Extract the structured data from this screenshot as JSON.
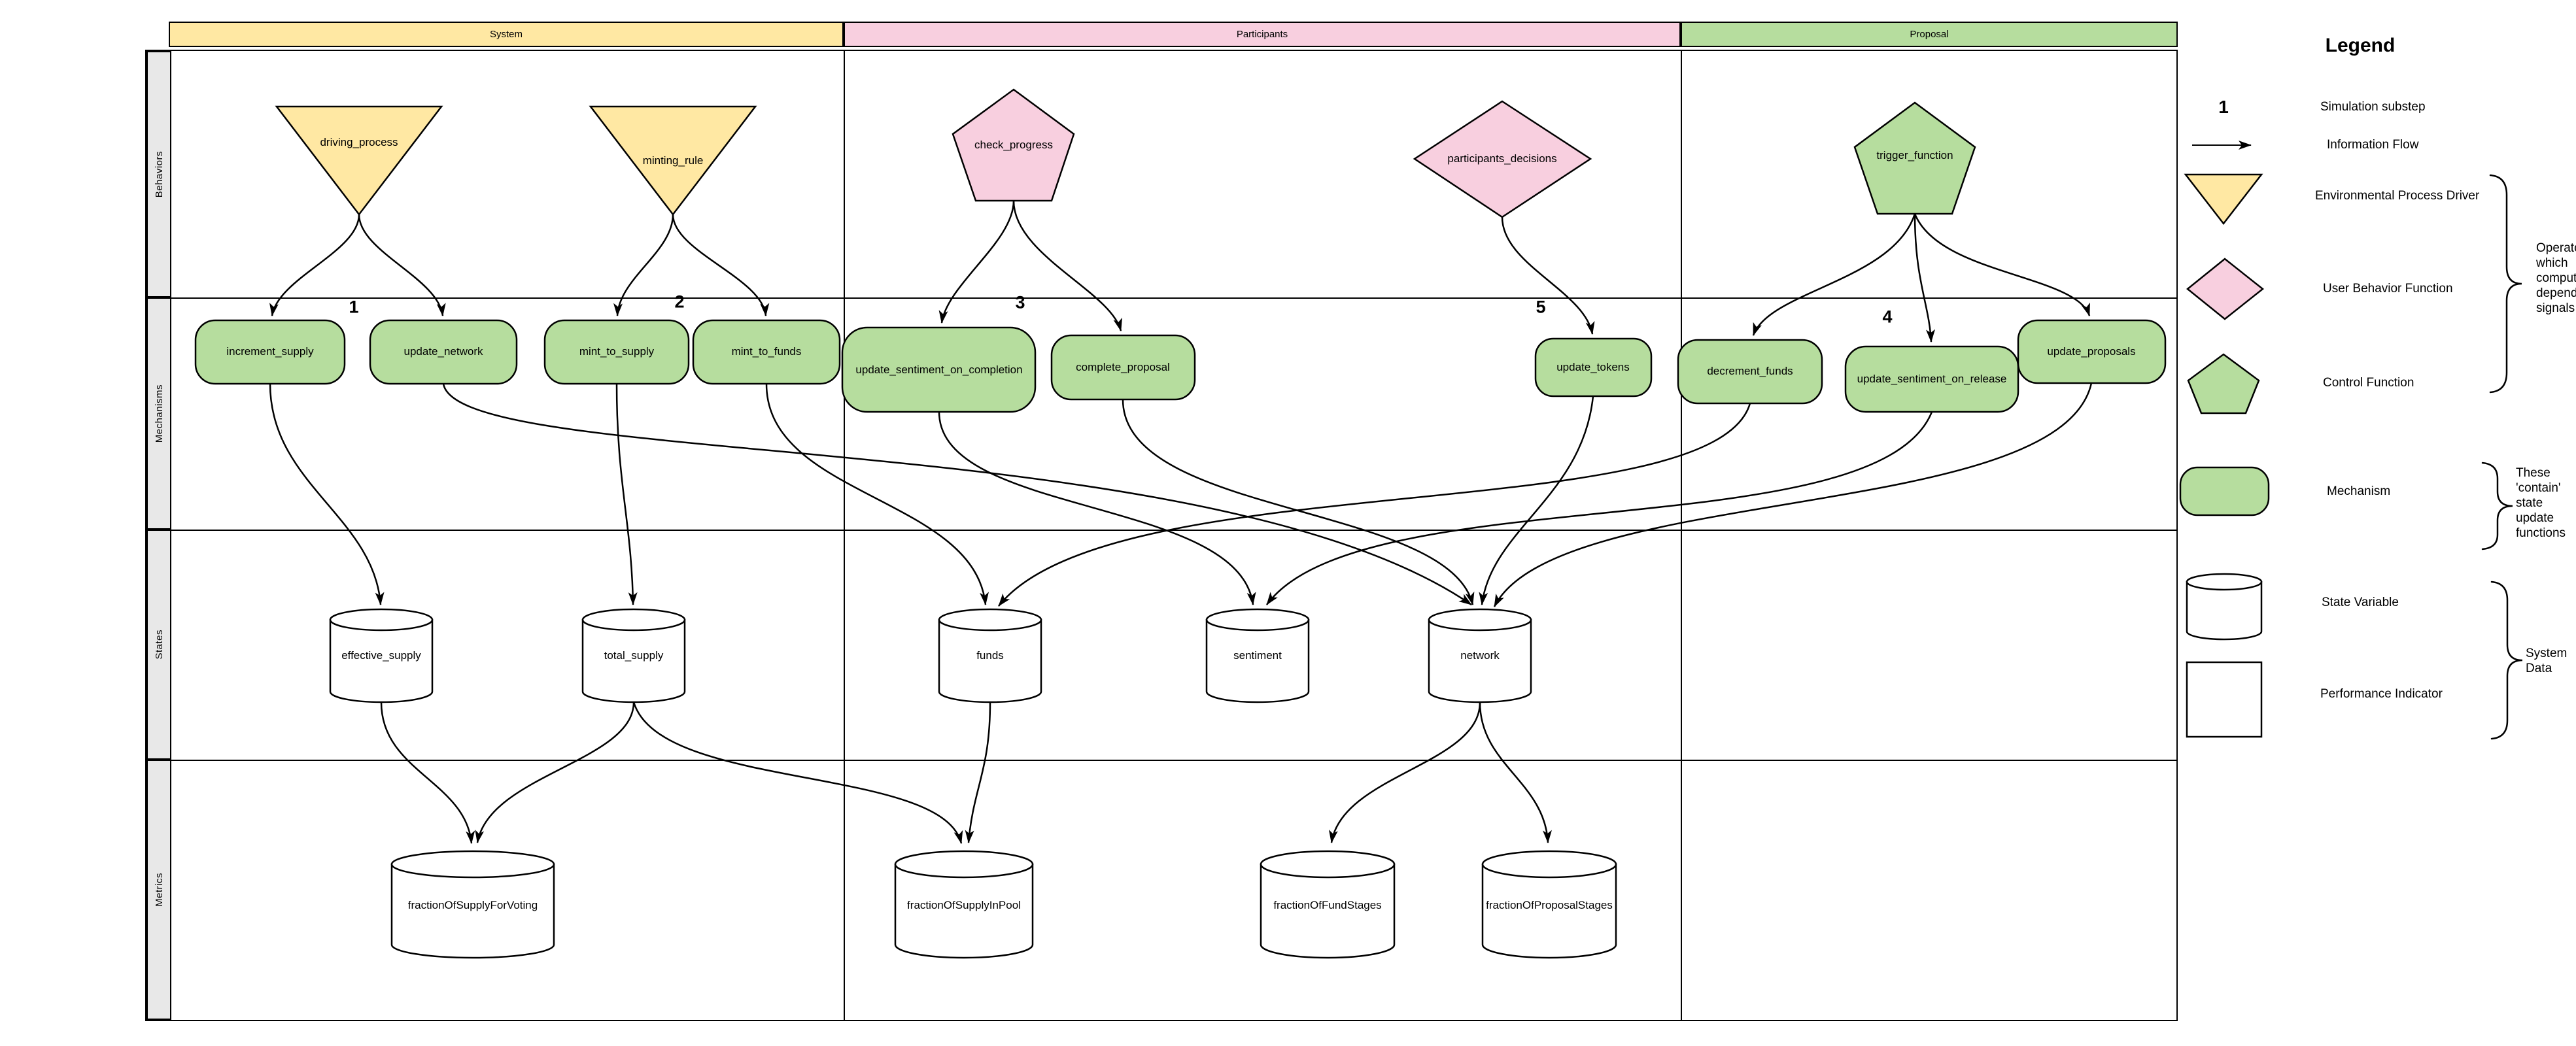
{
  "colors": {
    "yellow": "#ffe8a3",
    "pink": "#f8cfdf",
    "green": "#b6dd9e",
    "white": "#ffffff",
    "gray": "#e8e8e8"
  },
  "columns": [
    {
      "label": "System"
    },
    {
      "label": "Participants"
    },
    {
      "label": "Proposal"
    }
  ],
  "rows": [
    {
      "label": "Behaviors"
    },
    {
      "label": "Mechanisms"
    },
    {
      "label": "States"
    },
    {
      "label": "Metrics"
    }
  ],
  "substeps": [
    {
      "value": "1"
    },
    {
      "value": "2"
    },
    {
      "value": "3"
    },
    {
      "value": "5"
    },
    {
      "value": "4"
    }
  ],
  "nodes": {
    "driving_process": {
      "label": "driving_process",
      "shape": "triangle-down",
      "fill": "yellow",
      "lane": "System",
      "row": "Behaviors"
    },
    "minting_rule": {
      "label": "minting_rule",
      "shape": "triangle-down",
      "fill": "yellow",
      "lane": "System",
      "row": "Behaviors"
    },
    "check_progress": {
      "label": "check_progress",
      "shape": "pentagon",
      "fill": "pink",
      "lane": "Participants",
      "row": "Behaviors"
    },
    "participants_decisions": {
      "label": "participants_decisions",
      "shape": "diamond",
      "fill": "pink",
      "lane": "Participants",
      "row": "Behaviors"
    },
    "trigger_function": {
      "label": "trigger_function",
      "shape": "pentagon",
      "fill": "green",
      "lane": "Proposal",
      "row": "Behaviors"
    },
    "increment_supply": {
      "label": "increment_supply",
      "shape": "rounded-rect",
      "fill": "green",
      "lane": "System",
      "row": "Mechanisms"
    },
    "update_network": {
      "label": "update_network",
      "shape": "rounded-rect",
      "fill": "green",
      "lane": "System",
      "row": "Mechanisms"
    },
    "mint_to_supply": {
      "label": "mint_to_supply",
      "shape": "rounded-rect",
      "fill": "green",
      "lane": "System",
      "row": "Mechanisms"
    },
    "mint_to_funds": {
      "label": "mint_to_funds",
      "shape": "rounded-rect",
      "fill": "green",
      "lane": "System",
      "row": "Mechanisms"
    },
    "update_sentiment_on_completion": {
      "label": "update_sentiment_on_completion",
      "shape": "rounded-rect",
      "fill": "green",
      "lane": "Participants",
      "row": "Mechanisms"
    },
    "complete_proposal": {
      "label": "complete_proposal",
      "shape": "rounded-rect",
      "fill": "green",
      "lane": "Participants",
      "row": "Mechanisms"
    },
    "update_tokens": {
      "label": "update_tokens",
      "shape": "rounded-rect",
      "fill": "green",
      "lane": "Participants",
      "row": "Mechanisms"
    },
    "decrement_funds": {
      "label": "decrement_funds",
      "shape": "rounded-rect",
      "fill": "green",
      "lane": "Proposal",
      "row": "Mechanisms"
    },
    "update_sentiment_on_release": {
      "label": "update_sentiment_on_release",
      "shape": "rounded-rect",
      "fill": "green",
      "lane": "Proposal",
      "row": "Mechanisms"
    },
    "update_proposals": {
      "label": "update_proposals",
      "shape": "rounded-rect",
      "fill": "green",
      "lane": "Proposal",
      "row": "Mechanisms"
    },
    "effective_supply": {
      "label": "effective_supply",
      "shape": "cylinder",
      "fill": "white",
      "lane": "System",
      "row": "States"
    },
    "total_supply": {
      "label": "total_supply",
      "shape": "cylinder",
      "fill": "white",
      "lane": "System",
      "row": "States"
    },
    "funds": {
      "label": "funds",
      "shape": "cylinder",
      "fill": "white",
      "lane": "Participants",
      "row": "States"
    },
    "sentiment": {
      "label": "sentiment",
      "shape": "cylinder",
      "fill": "white",
      "lane": "Participants",
      "row": "States"
    },
    "network": {
      "label": "network",
      "shape": "cylinder",
      "fill": "white",
      "lane": "Participants",
      "row": "States"
    },
    "fractionOfSupplyForVoting": {
      "label": "fractionOfSupplyForVoting",
      "shape": "cylinder",
      "fill": "white",
      "lane": "System",
      "row": "Metrics"
    },
    "fractionOfSupplyInPool": {
      "label": "fractionOfSupplyInPool",
      "shape": "cylinder",
      "fill": "white",
      "lane": "Participants",
      "row": "Metrics"
    },
    "fractionOfFundStages": {
      "label": "fractionOfFundStages",
      "shape": "cylinder",
      "fill": "white",
      "lane": "Participants",
      "row": "Metrics"
    },
    "fractionOfProposalStages": {
      "label": "fractionOfProposalStages",
      "shape": "cylinder",
      "fill": "white",
      "lane": "Participants",
      "row": "Metrics"
    }
  },
  "edges": [
    {
      "from": "driving_process",
      "to": "increment_supply"
    },
    {
      "from": "driving_process",
      "to": "update_network"
    },
    {
      "from": "minting_rule",
      "to": "mint_to_supply"
    },
    {
      "from": "minting_rule",
      "to": "mint_to_funds"
    },
    {
      "from": "check_progress",
      "to": "update_sentiment_on_completion"
    },
    {
      "from": "check_progress",
      "to": "complete_proposal"
    },
    {
      "from": "participants_decisions",
      "to": "update_tokens"
    },
    {
      "from": "trigger_function",
      "to": "decrement_funds"
    },
    {
      "from": "trigger_function",
      "to": "update_sentiment_on_release"
    },
    {
      "from": "trigger_function",
      "to": "update_proposals"
    },
    {
      "from": "increment_supply",
      "to": "effective_supply"
    },
    {
      "from": "update_network",
      "to": "network"
    },
    {
      "from": "mint_to_supply",
      "to": "total_supply"
    },
    {
      "from": "mint_to_funds",
      "to": "funds"
    },
    {
      "from": "update_sentiment_on_completion",
      "to": "sentiment"
    },
    {
      "from": "complete_proposal",
      "to": "network"
    },
    {
      "from": "update_tokens",
      "to": "network"
    },
    {
      "from": "decrement_funds",
      "to": "funds"
    },
    {
      "from": "update_sentiment_on_release",
      "to": "sentiment"
    },
    {
      "from": "update_proposals",
      "to": "network"
    },
    {
      "from": "effective_supply",
      "to": "fractionOfSupplyForVoting"
    },
    {
      "from": "total_supply",
      "to": "fractionOfSupplyForVoting"
    },
    {
      "from": "total_supply",
      "to": "fractionOfSupplyInPool"
    },
    {
      "from": "funds",
      "to": "fractionOfSupplyInPool"
    },
    {
      "from": "network",
      "to": "fractionOfFundStages"
    },
    {
      "from": "network",
      "to": "fractionOfProposalStages"
    }
  ],
  "legend": {
    "title": "Legend",
    "items": [
      {
        "symbol": "substep-number",
        "symbol_text": "1",
        "label": "Simulation substep"
      },
      {
        "symbol": "arrow",
        "label": "Information Flow"
      },
      {
        "symbol": "triangle-down",
        "fill": "yellow",
        "label": "Environmental Process Driver"
      },
      {
        "symbol": "diamond",
        "fill": "pink",
        "label": "User Behavior Function"
      },
      {
        "symbol": "pentagon",
        "fill": "green",
        "label": "Control Function"
      },
      {
        "symbol": "rounded-rect",
        "fill": "green",
        "label": "Mechanism"
      },
      {
        "symbol": "cylinder",
        "fill": "white",
        "label": "State Variable"
      },
      {
        "symbol": "square",
        "fill": "white",
        "label": "Performance Indicator"
      }
    ],
    "annotations": [
      {
        "text": "Operators which compute state dependent signals"
      },
      {
        "text": "These 'contain' state update functions"
      },
      {
        "text": "System Data"
      }
    ]
  }
}
